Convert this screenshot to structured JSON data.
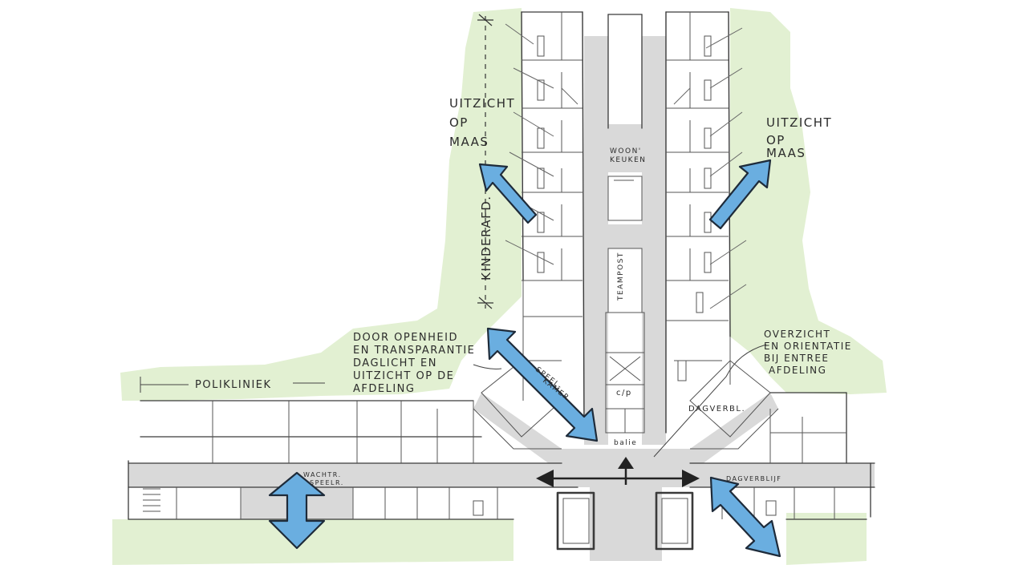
{
  "labels": {
    "uitzicht_left": [
      "UITZICHT",
      "OP",
      "MAAS"
    ],
    "uitzicht_right": [
      "UITZICHT",
      "OP",
      "MAAS"
    ],
    "woonkeuken": [
      "WOON'",
      "KEUKEN"
    ],
    "teampost": "TEAMPOST",
    "kinderafd": "KINDERAFD.",
    "door_openheid": [
      "DOOR OPENHEID",
      "EN TRANSPARANTIE",
      "DAGLICHT EN",
      "UITZICHT OP DE",
      "AFDELING"
    ],
    "overzicht": [
      "OVERZICHT",
      "EN ORIENTATIE",
      "BIJ ENTREE",
      "AFDELING"
    ],
    "polikliniek": "POLIKLINIEK",
    "speelkamer": [
      "SPEEL-",
      "KAMER"
    ],
    "dagverbl": "DAGVERBL.",
    "cp": "c/p",
    "balie": "balie",
    "wachtr": [
      "WACHTR.",
      "SPEELR."
    ],
    "dagverblijf": "DAGVERBLIJF"
  },
  "colors": {
    "green": "#e2f0d2",
    "corridor": "#d9d9d9",
    "arrow_fill": "#6aaee0",
    "ink": "#2b2b2b"
  }
}
